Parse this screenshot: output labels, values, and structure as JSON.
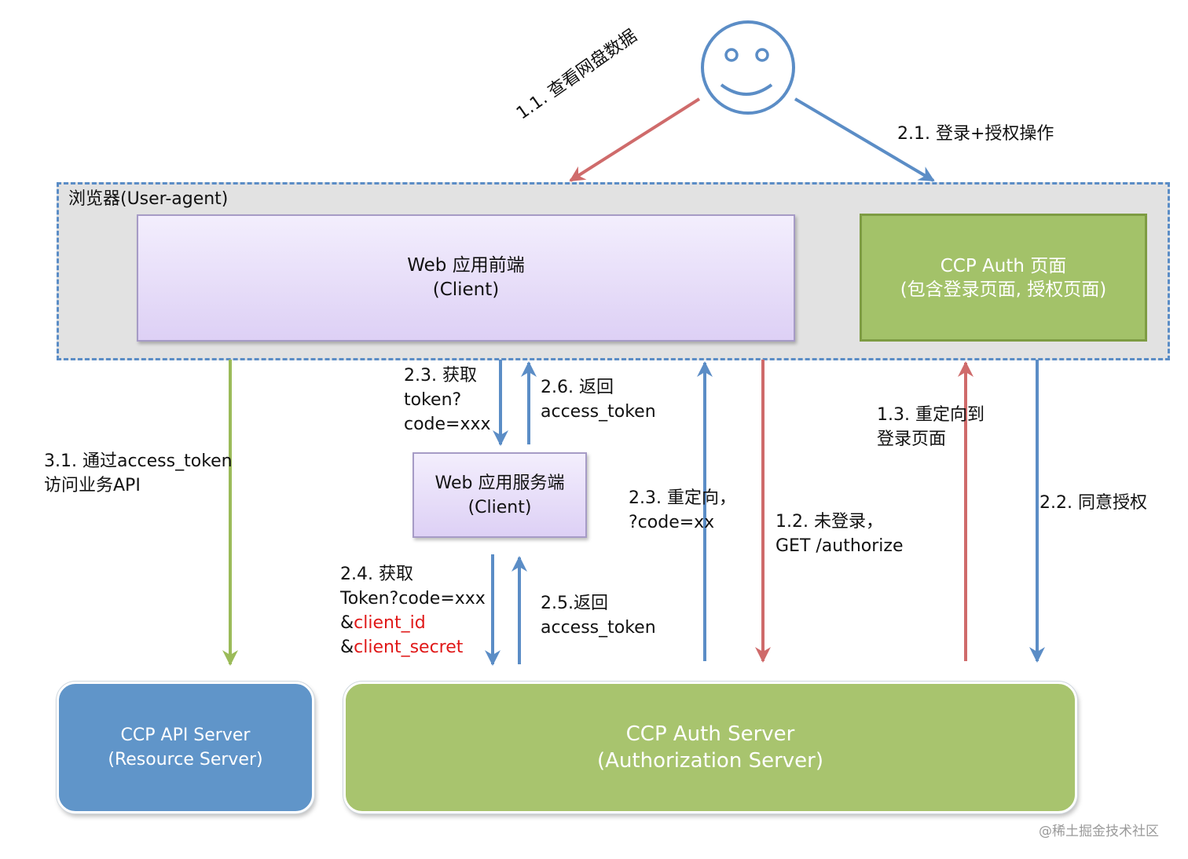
{
  "actor": {
    "icon": "smiley-user-icon"
  },
  "browser": {
    "title": "浏览器(User-agent)"
  },
  "web_frontend": {
    "line1": "Web 应用前端",
    "line2": "(Client)"
  },
  "auth_page": {
    "line1": "CCP Auth 页面",
    "line2": "(包含登录页面, 授权页面)"
  },
  "web_server": {
    "line1": "Web 应用服务端",
    "line2": "(Client)"
  },
  "api_server": {
    "line1": "CCP API Server",
    "line2": "(Resource Server)"
  },
  "auth_server": {
    "line1": "CCP Auth Server",
    "line2": "(Authorization Server)"
  },
  "steps": {
    "s1_1": "1.1. 查看网盘数据",
    "s2_1": "2.1. 登录+授权操作",
    "s2_3a": "2.3. 获取\ntoken?\ncode=xxx",
    "s2_6": "2.6.  返回\naccess_token",
    "s1_3": "1.3. 重定向到\n登录页面",
    "s3_1": "3.1. 通过access_token\n访问业务API",
    "s2_3b": "2.3.  重定向，\n?code=xx",
    "s1_2": "1.2.  未登录，\nGET /authorize",
    "s2_2": "2.2. 同意授权",
    "s2_4_title": "2.4. 获取",
    "s2_4_query": "Token?code=xxx",
    "s2_4_amp1": "&",
    "s2_4_client_id": "client_id",
    "s2_4_amp2": "&",
    "s2_4_client_secret": "client_secret",
    "s2_5": "2.5.返回\naccess_token"
  },
  "watermark": "@稀土掘金技术社区",
  "colors": {
    "blue": "#5b8dc6",
    "red": "#cf6b6b",
    "green": "#9bbb59",
    "highlight": "#e01818"
  }
}
